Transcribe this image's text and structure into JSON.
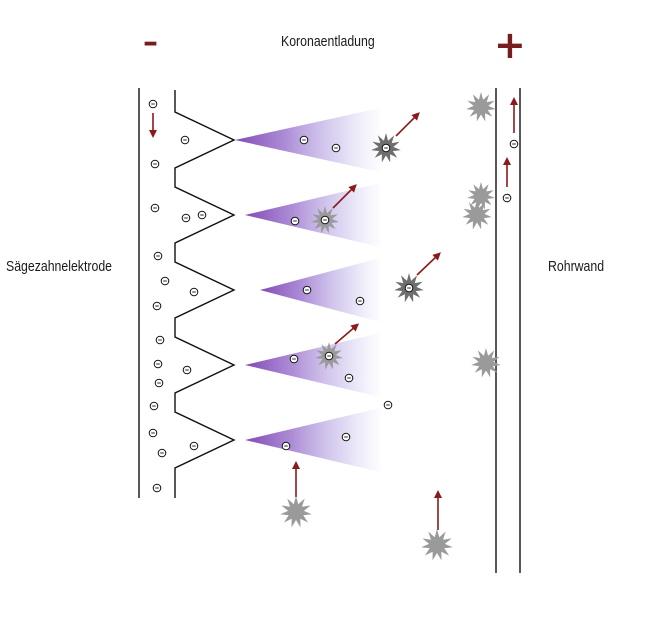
{
  "labels": {
    "title": "Koronaentladung",
    "left_electrode": "Sägezahnelektrode",
    "right_wall": "Rohrwand",
    "negative_sign": "–",
    "positive_sign": "+"
  },
  "colors": {
    "line": "#111111",
    "arrow": "#8b1a1a",
    "sign": "#7b1c1c",
    "particle": "#9a9a9a",
    "particle_charged": "#6e6e6e",
    "corona": "#8a5cc4"
  },
  "icons": {
    "electron": "electron-icon",
    "dust_particle": "dust-particle-icon",
    "arrow": "arrow-icon"
  }
}
